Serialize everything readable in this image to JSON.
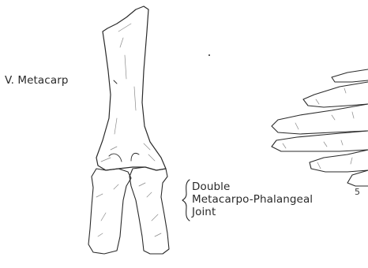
{
  "labels": {
    "metacarp": "V. Metacarp",
    "joint_line1": "Double",
    "joint_line2": "Metacarpo-Phalangeal",
    "joint_line3": "Joint",
    "hand_number": "5"
  },
  "colors": {
    "ink": "#2a2a2a",
    "shade": "#8a8a8a",
    "background": "#ffffff"
  }
}
